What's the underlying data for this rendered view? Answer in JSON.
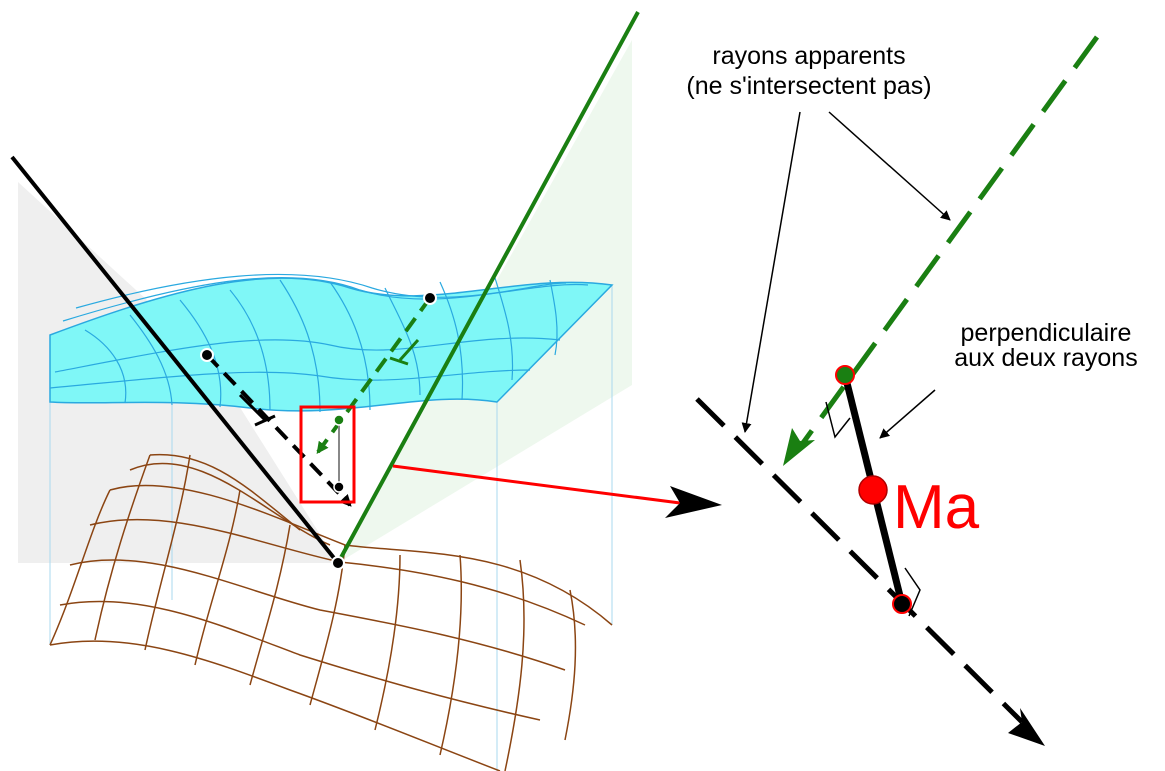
{
  "labels": {
    "apparent_rays_line1": "rayons apparents",
    "apparent_rays_line2": "(ne s'intersectent pas)",
    "perpendicular_line1": "perpendiculaire",
    "perpendicular_line2": "aux deux rayons",
    "midpoint": "Ma"
  },
  "colors": {
    "ray_black": "#000000",
    "ray_green": "#1a7f12",
    "image_surface": "#7ff7f7",
    "image_grid": "#2aa9e0",
    "terrain_grid": "#8b4513",
    "highlight": "#ff0000"
  }
}
